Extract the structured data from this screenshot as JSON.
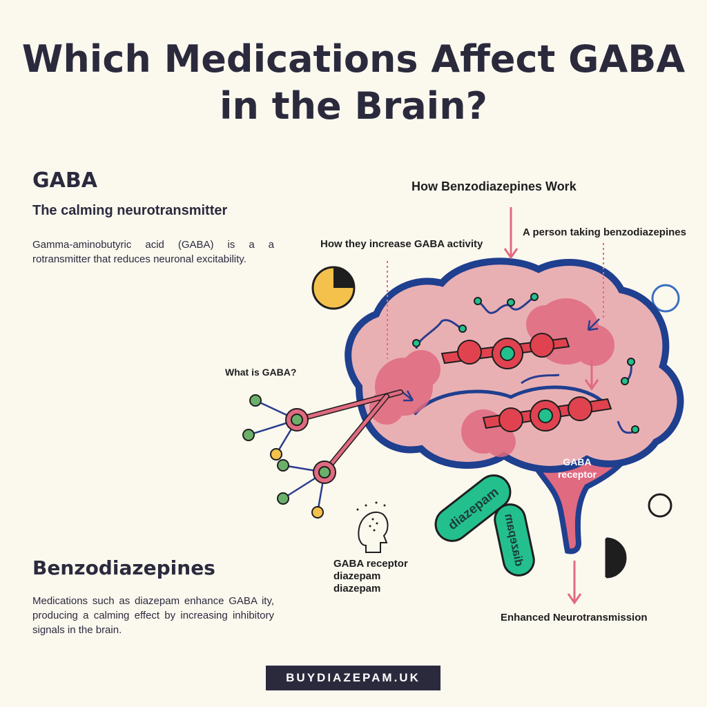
{
  "title": "Which Medications Affect GABA in the Brain?",
  "gaba": {
    "heading": "GABA",
    "subheading": "The calming neurotransmitter",
    "description": "Gamma-aminobutyric acid (GABA) is a a rotransmitter that reduces neuronal excitability."
  },
  "benzodiazepines": {
    "heading": "Benzodiazepines",
    "description": "Medications such as diazepam enhance GABA ity, producing a calming effect by increasing inhibitory signals in the brain."
  },
  "diagram": {
    "how_work_label": "How Benzodiazepines Work",
    "increase_label": "How they increase GABA activity",
    "person_label": "A person taking benzodiazepines",
    "what_is_label": "What is GABA?",
    "brainstem_label_line1": "GABA",
    "brainstem_label_line2": "receptor",
    "pill1_label": "diazepam",
    "pill2_label": "diazepam",
    "receptor_stack": [
      "GABA receptor",
      "diazepam",
      "diazepam"
    ],
    "enhanced_label": "Enhanced Neurotransmission"
  },
  "footer": {
    "brand": "BUYDIAZEPAM.UK"
  },
  "colors": {
    "background": "#fbf8ee",
    "brain_outline": "#1f3f8f",
    "brain_fill": "#e9b0b4",
    "brain_spots": "#e06a80",
    "neuron_red": "#e0434f",
    "neuron_pink": "#e06a80",
    "dot_green": "#6bb06a",
    "dot_yellow": "#f4c14d",
    "pill_green": "#23c08e",
    "text_dark": "#2b2a3d"
  },
  "icons": [
    "pie-chart-icon",
    "ring-icon",
    "half-circle-icon",
    "head-icon",
    "arrow-down-icon"
  ]
}
